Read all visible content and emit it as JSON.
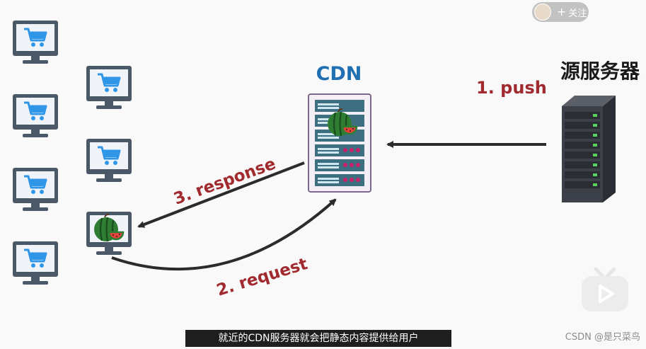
{
  "diagram": {
    "cdn_label": "CDN",
    "origin_label": "源服务器",
    "push_label": "1. push",
    "request_label": "2. request",
    "response_label": "3. response"
  },
  "overlay": {
    "follow_label": "关注",
    "watermark": "CSDN @是只菜鸟",
    "subtitle": "就近的CDN服务器就会把静态内容提供给用户"
  },
  "colors": {
    "monitor_frame": "#4b5868",
    "screen": "#f0f4f8",
    "cart": "#2f96e8",
    "label_red": "#a12a2e",
    "label_blue": "#1f6fb2",
    "arrow": "#2b2b2b",
    "cdn_panel": "#3d6f80",
    "cdn_border": "#7b6a8e"
  }
}
